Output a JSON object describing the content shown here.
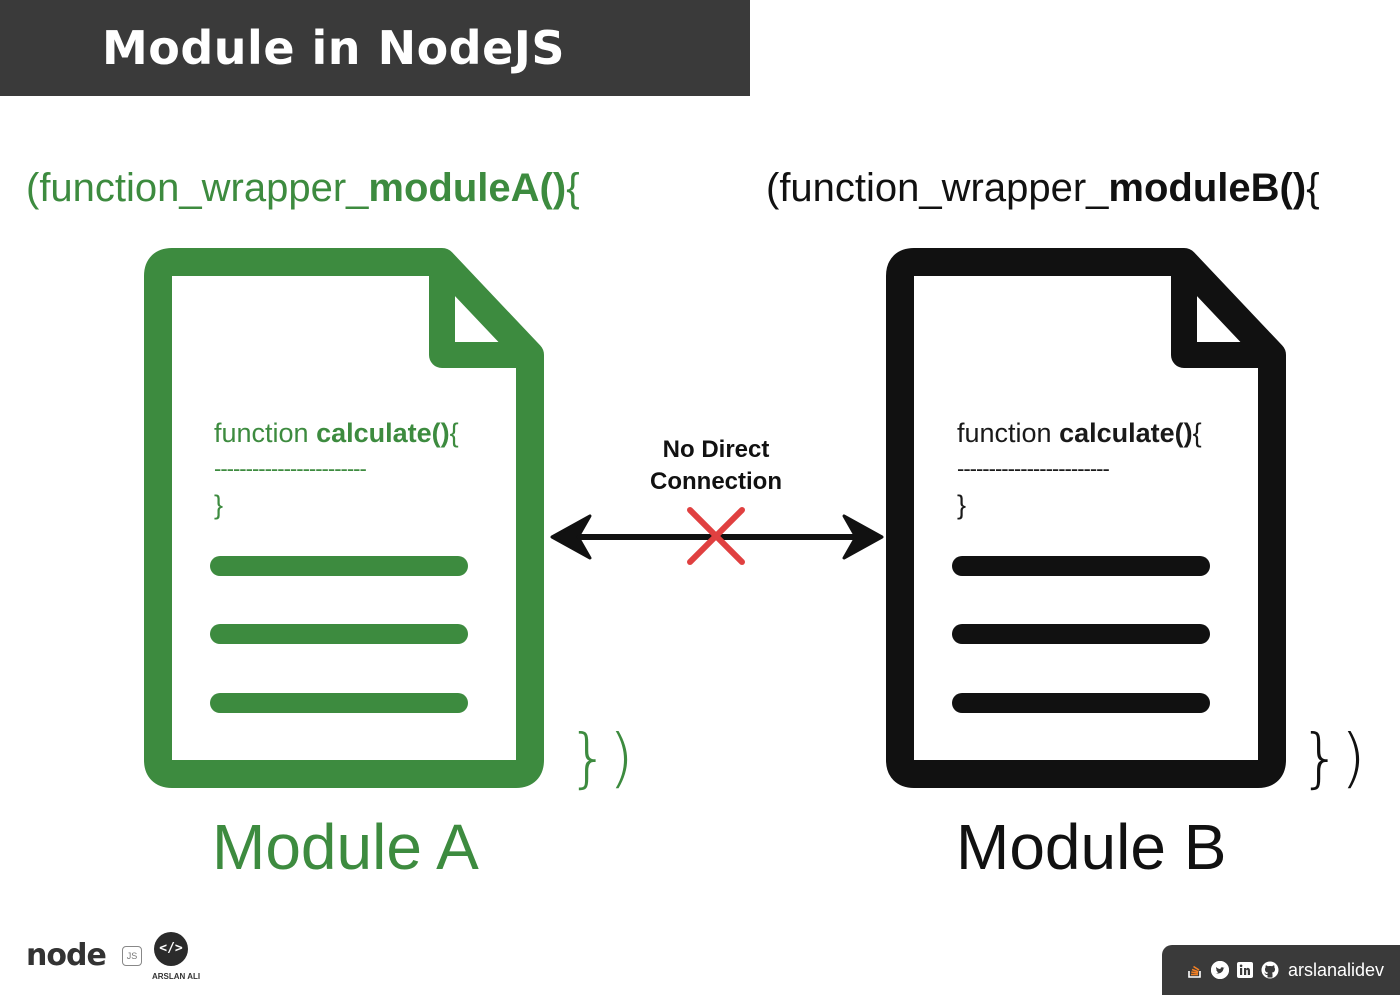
{
  "title": "Module in NodeJS",
  "module_a": {
    "wrapper_prefix": "(function_wrapper_",
    "wrapper_bold": "moduleA()",
    "wrapper_suffix": "{",
    "code_keyword": "function ",
    "code_bold": "calculate()",
    "code_brace_open": "{",
    "code_dashes": "------------------------",
    "code_brace_close": "}",
    "closing": "})",
    "label": "Module A",
    "color": "#3d8b3f"
  },
  "module_b": {
    "wrapper_prefix": "(function_wrapper_",
    "wrapper_bold": "moduleB()",
    "wrapper_suffix": "{",
    "code_keyword": "function ",
    "code_bold": "calculate()",
    "code_brace_open": "{",
    "code_dashes": "------------------------",
    "code_brace_close": "}",
    "closing": "})",
    "label": "Module B",
    "color": "#111111"
  },
  "connection": {
    "line1": "No Direct",
    "line2": "Connection",
    "cross_color": "#e04040"
  },
  "footer": {
    "node_logo": "node",
    "node_js_badge": "JS",
    "author_initials": "</>",
    "author_name": "ARSLAN ALI",
    "handle": "arslanalidev",
    "icons": [
      "stackoverflow-icon",
      "twitter-icon",
      "linkedin-icon",
      "github-icon"
    ]
  }
}
